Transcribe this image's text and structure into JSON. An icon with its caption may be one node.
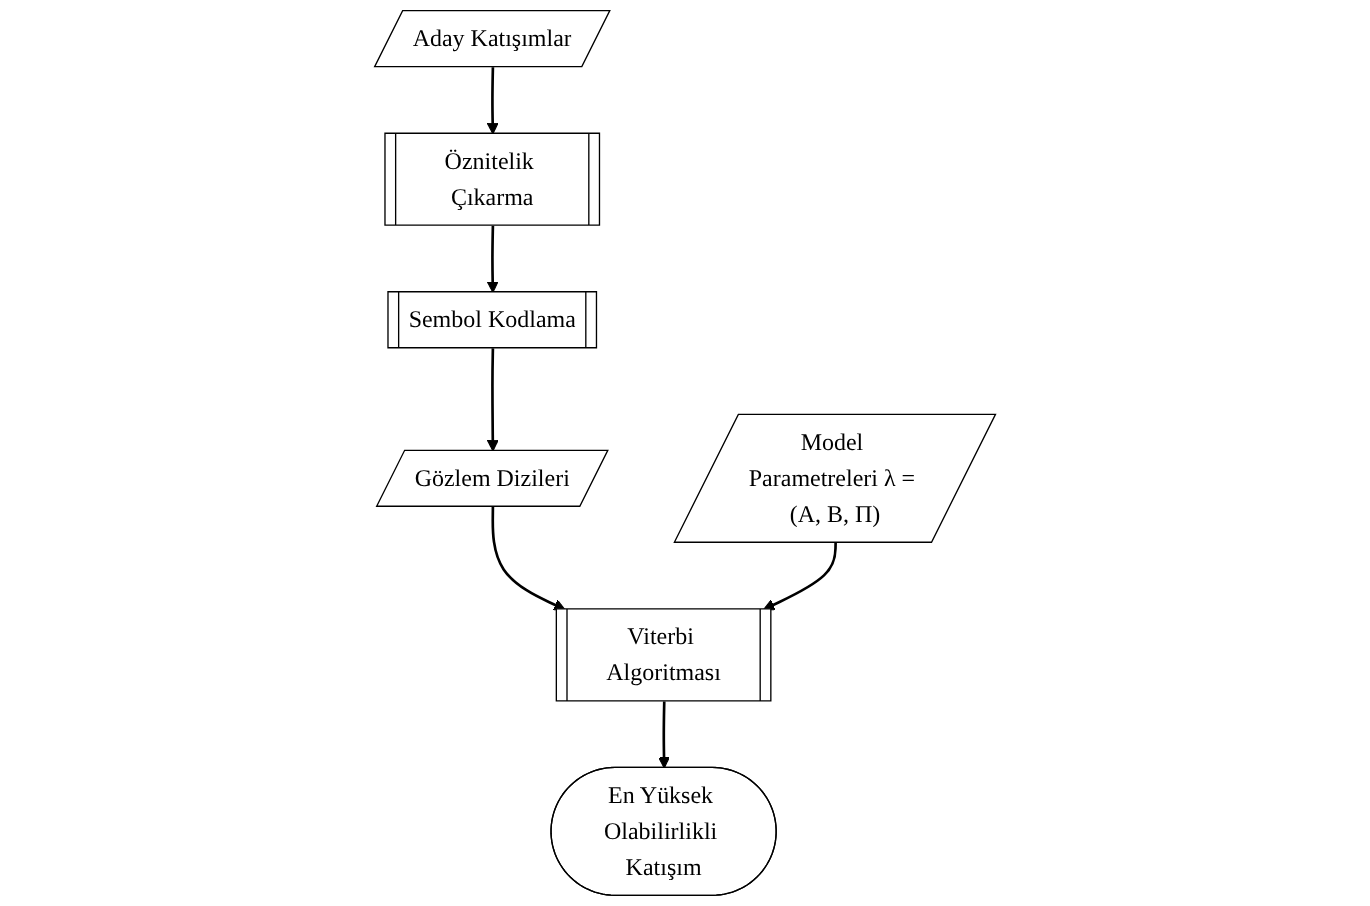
{
  "diagram": {
    "nodes": [
      {
        "text": [
          "Aday Katışımlar"
        ]
      },
      {
        "text": [
          "Öznitelik Çıkarma"
        ]
      },
      {
        "text": [
          "Sembol Kodlama"
        ]
      },
      {
        "text": [
          "Gözlem Dizileri"
        ]
      },
      {
        "text": [
          "Model Parametreleri λ = (A, B, Π)"
        ]
      },
      {
        "text": [
          "Viterbi Algoritması"
        ]
      },
      {
        "text": [
          "En Yüksek Olabilirlikli Katışım"
        ]
      }
    ],
    "edges": [
      {
        "from": 0,
        "to": 1,
        "arrow": "to"
      },
      {
        "from": 1,
        "to": 2,
        "arrow": "to"
      },
      {
        "from": 2,
        "to": 3,
        "arrow": "to"
      },
      {
        "from": 3,
        "to": 5,
        "arrow": "to"
      },
      {
        "from": 4,
        "to": 5,
        "arrow": "to"
      },
      {
        "from": 5,
        "to": 6,
        "arrow": "to"
      }
    ]
  }
}
